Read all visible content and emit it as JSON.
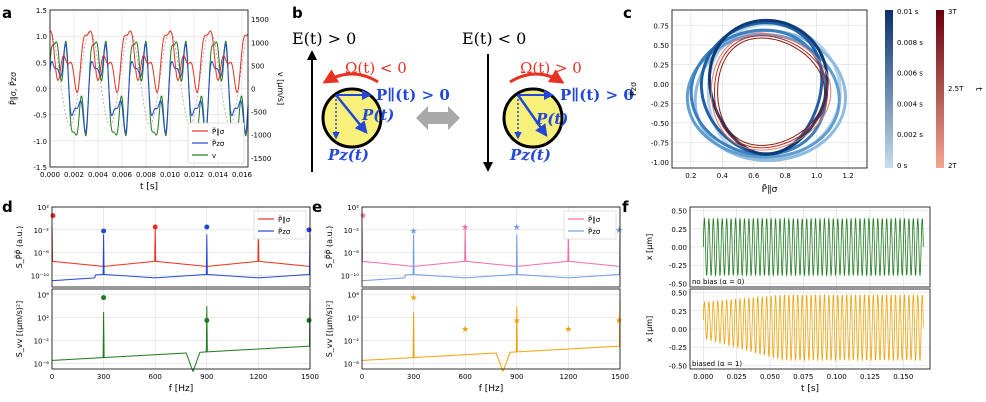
{
  "panels": {
    "a": "a",
    "b": "b",
    "c": "c",
    "d": "d",
    "e": "e",
    "f": "f"
  },
  "panel_b": {
    "left_field": "E(t) > 0",
    "right_field": "E(t) < 0",
    "left_omega": "Ω(t) < 0",
    "right_omega": "Ω(t) > 0",
    "left_ppar": "P∥(t) > 0",
    "right_ppar": "P∥(t) > 0",
    "p_label": "P(t)",
    "pz_label": "Pz(t)"
  },
  "colors": {
    "red": "#e8311f",
    "blue": "#2348d8",
    "green": "#1f7a1f",
    "pink": "#f06ea9",
    "lightblue": "#6f9fe6",
    "orange": "#f0a20a",
    "yellow": "#f7f07a",
    "gray_arrow": "#a9a9a9"
  },
  "chart_data": [
    {
      "id": "a",
      "type": "line",
      "xlabel": "t [s]",
      "ylabel": "P̃∥σ, P̃zσ",
      "y2label": "v [µm/s]",
      "xticks": [
        "0.000",
        "0.002",
        "0.004",
        "0.006",
        "0.008",
        "0.010",
        "0.012",
        "0.014",
        "0.016"
      ],
      "yticks": [
        "-1.5",
        "-1.0",
        "-0.5",
        "0.0",
        "0.5",
        "1.0",
        "1.5"
      ],
      "y2ticks": [
        "-1500",
        "-1000",
        "-500",
        "0",
        "500",
        "1000",
        "1500"
      ],
      "xlim": [
        0,
        0.0165
      ],
      "ylim": [
        -1.5,
        1.5
      ],
      "y2lim": [
        -1700,
        1700
      ],
      "legend": [
        "P̃∥σ",
        "P̃zσ",
        "v"
      ],
      "legend_position": "lower-right",
      "series": [
        {
          "name": "P̃∥σ",
          "color": "red",
          "freq": 300,
          "amp": [
            0.35,
            0.8
          ],
          "offset": 0.5
        },
        {
          "name": "P̃zσ",
          "color": "blue",
          "freq": 300,
          "amp": [
            0.6,
            0.6
          ],
          "offset": 0.0
        },
        {
          "name": "v",
          "color": "green",
          "freq": 300,
          "amp": [
            1300
          ],
          "offset": 0
        }
      ]
    },
    {
      "id": "c",
      "type": "line",
      "xlabel": "P̃∥σ",
      "ylabel": "P̃zσ",
      "xticks": [
        "0.2",
        "0.4",
        "0.6",
        "0.8",
        "1.0",
        "1.2"
      ],
      "yticks": [
        "-1.00",
        "-0.75",
        "-0.50",
        "-0.25",
        "0.00",
        "0.25",
        "0.50",
        "0.75"
      ],
      "xlim": [
        0.08,
        1.32
      ],
      "ylim": [
        -1.08,
        0.95
      ],
      "colorbar1": {
        "ticks": [
          "0.01 s",
          "0.008 s",
          "0.006 s",
          "0.004 s",
          "0.002 s",
          "0 s"
        ]
      },
      "colorbar2": {
        "ticks": [
          "3T",
          "2.5T",
          "2T"
        ],
        "label": "t"
      }
    },
    {
      "id": "d",
      "type": "line",
      "top": {
        "ylabel": "S_P̃P̃ (a.u.)",
        "yticks": [
          "10²",
          "10⁻²",
          "10⁻⁶",
          "10⁻¹⁰"
        ],
        "legend": [
          "P̃∥σ",
          "P̃zσ"
        ],
        "peaks_red": [
          [
            0,
            0.5
          ],
          [
            600,
            -1.5
          ],
          [
            1200,
            -1.5
          ]
        ],
        "peaks_blue": [
          [
            300,
            -2.2
          ],
          [
            900,
            -1.5
          ],
          [
            1500,
            -2
          ]
        ]
      },
      "bottom": {
        "ylabel": "S_vv [(µm/s)²]",
        "yticks": [
          "10⁶",
          "10²",
          "10⁻²",
          "10⁻⁶"
        ],
        "peaks": [
          [
            300,
            5.5
          ],
          [
            900,
            1.5
          ],
          [
            1500,
            1.5
          ]
        ]
      },
      "xlabel": "f [Hz]",
      "xticks": [
        "0",
        "300",
        "600",
        "900",
        "1200",
        "1500"
      ],
      "xlim": [
        0,
        1500
      ]
    },
    {
      "id": "e",
      "type": "line",
      "top": {
        "ylabel": "S_P̃P̃ (a.u.)",
        "yticks": [
          "10²",
          "10⁻²",
          "10⁻⁶",
          "10⁻¹⁰"
        ],
        "legend": [
          "P̃∥σ",
          "P̃zσ"
        ]
      },
      "bottom": {
        "ylabel": "S_vv [(µm/s)²]",
        "yticks": [
          "10⁶",
          "10²",
          "10⁻²",
          "10⁻⁶"
        ]
      },
      "xlabel": "f [Hz]",
      "xticks": [
        "0",
        "300",
        "600",
        "900",
        "1200",
        "1500"
      ],
      "xlim": [
        0,
        1500
      ]
    },
    {
      "id": "f",
      "type": "line",
      "top": {
        "ylabel": "x [µm]",
        "annotation": "no bias (α = 0)",
        "yticks": [
          "0.50",
          "0.25",
          "0.00",
          "-0.25",
          "-0.50"
        ]
      },
      "bottom": {
        "ylabel": "x [µm]",
        "annotation": "biased (α = 1)",
        "yticks": [
          "0.50",
          "0.25",
          "0.00",
          "-0.25",
          "-0.50"
        ]
      },
      "xlabel": "t [s]",
      "xticks": [
        "0.000",
        "0.025",
        "0.050",
        "0.075",
        "0.100",
        "0.125",
        "0.150"
      ],
      "xlim": [
        -0.01,
        0.17
      ],
      "ylim": [
        -0.55,
        0.55
      ]
    }
  ]
}
